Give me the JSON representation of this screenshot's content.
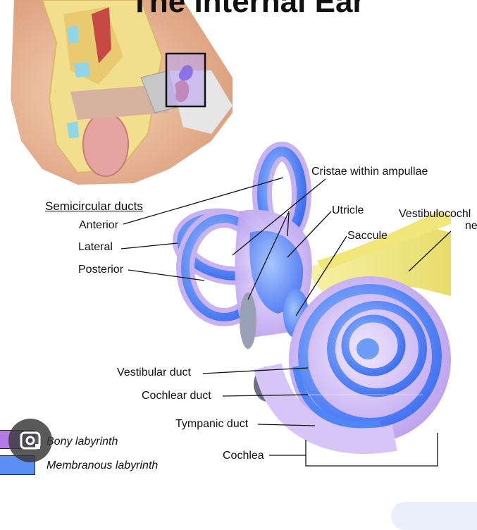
{
  "diagram": {
    "title": "The Internal Ear",
    "labels": {
      "semicircular_ducts": "Semicircular ducts",
      "anterior": "Anterior",
      "lateral": "Lateral",
      "posterior": "Posterior",
      "cristae": "Cristae within ampullae",
      "utricle": "Utricle",
      "saccule": "Saccule",
      "vestibulocochlear_line1": "Vestibulocochl",
      "vestibulocochlear_line2": "ne",
      "vestibular_duct": "Vestibular duct",
      "cochlear_duct": "Cochlear duct",
      "tympanic_duct": "Tympanic duct",
      "cochlea": "Cochlea"
    },
    "legend": [
      {
        "label": "Bony labyrinth",
        "color": "#b57be6"
      },
      {
        "label": "Membranous labyrinth",
        "color": "#5b8ff5"
      }
    ]
  },
  "colors": {
    "skin": "#f2c2a0",
    "bone": "#f1df8e",
    "nerve": "#f3ec8a",
    "bony": "#c9b2f0",
    "membranous": "#4f86f7",
    "ear_canal": "#c7c7c7",
    "red": "#c0343b"
  },
  "icons": [
    "lens-search-icon"
  ]
}
